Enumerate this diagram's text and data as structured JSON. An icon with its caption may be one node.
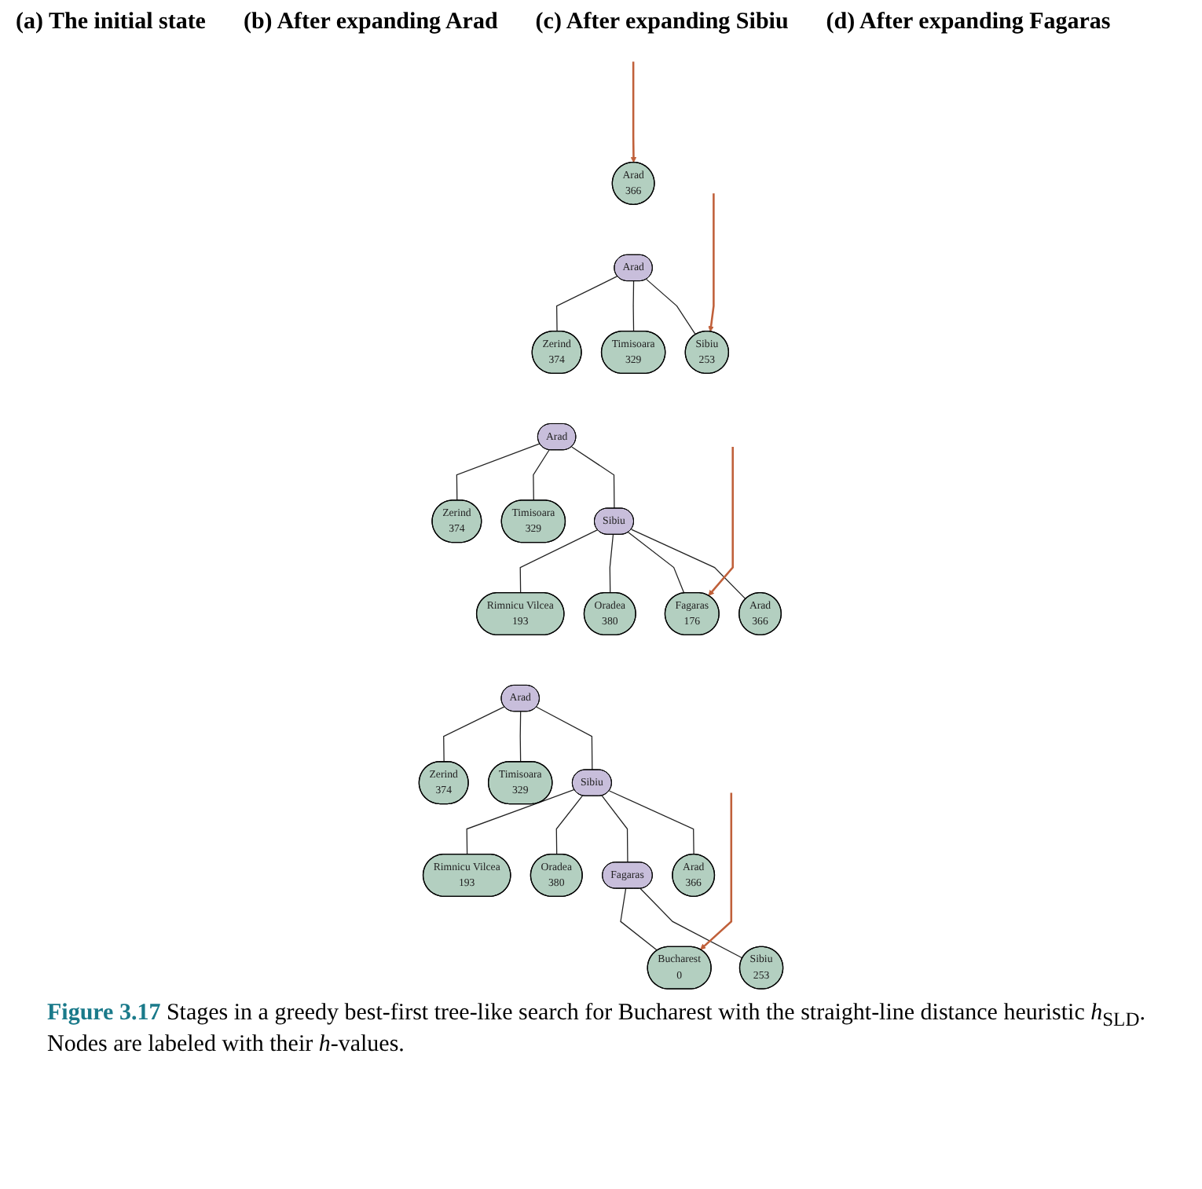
{
  "diagram": {
    "caption": "**Figure 3.17** Stages in a greedy best-first tree-like search for Bucharest with the straight-line distance heuristic *h*$_{SLD}$. Nodes are labeled with their *h*-values.",
    "nodes": [
      {
        "text": [
          "Arad",
          "366"
        ]
      },
      {
        "text": [
          "Arad"
        ]
      },
      {
        "text": [
          "Sibiu",
          "253"
        ]
      },
      {
        "text": [
          "Timisoara",
          "329"
        ]
      },
      {
        "text": [
          "Zerind",
          "374"
        ]
      },
      {
        "text": [
          "Arad"
        ]
      },
      {
        "text": [
          "Sibiu"
        ]
      },
      {
        "text": [
          "Timisoara",
          "329"
        ]
      },
      {
        "text": [
          "Zerind",
          "374"
        ]
      },
      {
        "text": [
          "Arad",
          "366"
        ]
      },
      {
        "text": [
          "Fagaras",
          "176"
        ]
      },
      {
        "text": [
          "Oradea",
          "380"
        ]
      },
      {
        "text": [
          "Rimnicu Vilcea",
          "193"
        ]
      },
      {
        "text": [
          "Arad"
        ]
      },
      {
        "text": [
          "Sibiu"
        ]
      },
      {
        "text": [
          "Timisoara",
          "329"
        ]
      },
      {
        "text": [
          "Zerind",
          "374"
        ]
      },
      {
        "text": [
          "Arad",
          "366"
        ]
      },
      {
        "text": [
          "Fagaras"
        ]
      },
      {
        "text": [
          "Oradea",
          "380"
        ]
      },
      {
        "text": [
          "Rimnicu Vilcea",
          "193"
        ]
      },
      {
        "text": [
          "Sibiu",
          "253"
        ]
      },
      {
        "text": [
          "Bucharest",
          "0"
        ]
      }
    ],
    "edges": [
      {
        "from": 1,
        "to": 2,
        "arrow": "none"
      },
      {
        "from": 1,
        "to": 3,
        "arrow": "none"
      },
      {
        "from": 1,
        "to": 4,
        "arrow": "none"
      },
      {
        "from": 5,
        "to": 6,
        "arrow": "none"
      },
      {
        "from": 5,
        "to": 7,
        "arrow": "none"
      },
      {
        "from": 5,
        "to": 8,
        "arrow": "none"
      },
      {
        "from": 6,
        "to": 9,
        "arrow": "none"
      },
      {
        "from": 6,
        "to": 10,
        "arrow": "none"
      },
      {
        "from": 6,
        "to": 11,
        "arrow": "none"
      },
      {
        "from": 6,
        "to": 12,
        "arrow": "none"
      },
      {
        "from": 13,
        "to": 14,
        "arrow": "none"
      },
      {
        "from": 13,
        "to": 15,
        "arrow": "none"
      },
      {
        "from": 13,
        "to": 16,
        "arrow": "none"
      },
      {
        "from": 14,
        "to": 17,
        "arrow": "none"
      },
      {
        "from": 14,
        "to": 18,
        "arrow": "none"
      },
      {
        "from": 14,
        "to": 19,
        "arrow": "none"
      },
      {
        "from": 14,
        "to": 20,
        "arrow": "none"
      },
      {
        "from": 18,
        "to": 21,
        "arrow": "none"
      },
      {
        "from": 18,
        "to": 22,
        "arrow": "none"
      },
      {
        "from": null,
        "to": 0,
        "arrow": "to",
        "color": "#c0603a"
      },
      {
        "from": null,
        "to": 2,
        "arrow": "to",
        "color": "#c0603a"
      },
      {
        "from": null,
        "to": 10,
        "arrow": "to",
        "color": "#c0603a"
      },
      {
        "from": null,
        "to": 22,
        "arrow": "to",
        "color": "#c0603a"
      }
    ],
    "labels": [
      "(a) The initial state",
      "(b) After expanding Arad",
      "(c) After expanding Sibiu",
      "(d) After expanding Fagaras"
    ]
  }
}
